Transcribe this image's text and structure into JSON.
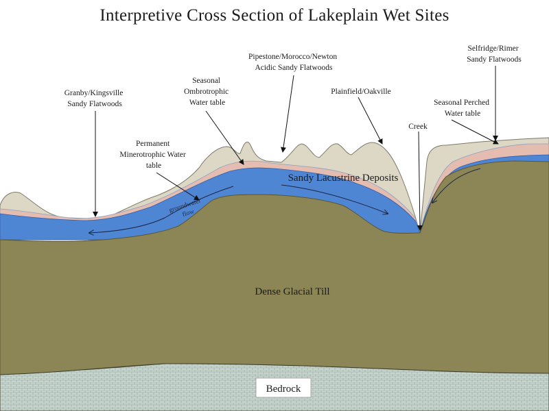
{
  "title": "Interpretive Cross Section of Lakeplain Wet Sites",
  "labels": {
    "granby": [
      "Granby/Kingsville",
      "Sandy Flatwoods"
    ],
    "permanent": [
      "Permanent",
      "Minerotrophic  Water",
      "table"
    ],
    "seasonal_ombro": [
      "Seasonal",
      "Ombrotrophic",
      "Water table"
    ],
    "pipestone": [
      "Pipestone/Morocco/Newton",
      "Acidic Sandy Flatwoods"
    ],
    "plainfield": [
      "Plainfield/Oakville"
    ],
    "creek": [
      "Creek"
    ],
    "seasonal_perched": [
      "Seasonal Perched",
      "Water table"
    ],
    "selfridge": [
      "Selfridge/Rimer",
      "Sandy Flatwoods"
    ]
  },
  "layers": {
    "sandy": "Sandy Lacustrine Deposits",
    "till": "Dense Glacial Till",
    "bedrock": "Bedrock"
  },
  "groundwater_flow": [
    "groundwater",
    "flow"
  ],
  "colors": {
    "sand": "#ddd8c6",
    "pink": "#e4bcb0",
    "water": "#4f86d4",
    "till": "#8c8555",
    "bedrock": "#c7d3cc"
  }
}
